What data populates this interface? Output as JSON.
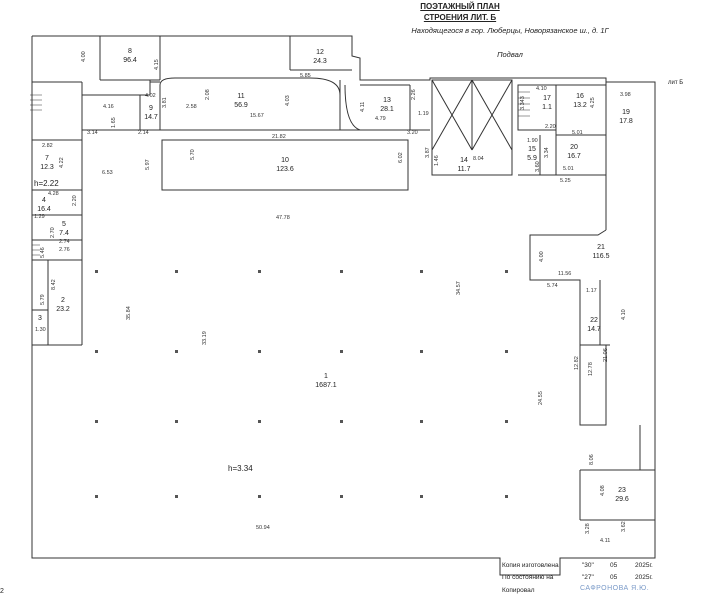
{
  "header": {
    "title": "ПОЭТАЖНЫЙ ПЛАН",
    "building": "СТРОЕНИЯ ЛИТ. Б",
    "address": "Находящегося в гор. Люберцы, Новорязанское ш., д. 1Г",
    "floor": "Подвал",
    "lit": "лит Б"
  },
  "rooms": [
    {
      "num": "1",
      "area": "1687.1"
    },
    {
      "num": "2",
      "area": "23.2"
    },
    {
      "num": "3",
      "area": ""
    },
    {
      "num": "4",
      "area": "16.4"
    },
    {
      "num": "5",
      "area": "7.4"
    },
    {
      "num": "7",
      "area": "12.3"
    },
    {
      "num": "8",
      "area": "96.4"
    },
    {
      "num": "9",
      "area": "14.7"
    },
    {
      "num": "10",
      "area": "123.6"
    },
    {
      "num": "11",
      "area": "56.9"
    },
    {
      "num": "12",
      "area": "24.3"
    },
    {
      "num": "13",
      "area": "28.1"
    },
    {
      "num": "14",
      "area": "11.7"
    },
    {
      "num": "15",
      "area": "5.9"
    },
    {
      "num": "16",
      "area": "13.2"
    },
    {
      "num": "17",
      "area": "1.1"
    },
    {
      "num": "19",
      "area": "17.8"
    },
    {
      "num": "20",
      "area": "16.7"
    },
    {
      "num": "21",
      "area": "116.5"
    },
    {
      "num": "22",
      "area": "14.7"
    },
    {
      "num": "23",
      "area": "29.6"
    }
  ],
  "heights": {
    "main": "h=3.34",
    "side": "h=2.22"
  },
  "dims": [
    "4.00",
    "4.15",
    "4.16",
    "5.85",
    "2.08",
    "3.81",
    "4.03",
    "15.67",
    "4.11",
    "4.79",
    "2.26",
    "1.19",
    "3.14",
    "1.65",
    "2.14",
    "21.82",
    "3.20",
    "5.97",
    "5.70",
    "6.02",
    "3.87",
    "1.46",
    "8.04",
    "2.82",
    "4.22",
    "6.53",
    "4.28",
    "2.20",
    "1.29",
    "2.70",
    "2.74",
    "2.76",
    "5.46",
    "5.79",
    "8.42",
    "1.30",
    "47.78",
    "35.84",
    "33.19",
    "34.57",
    "4.00",
    "11.56",
    "5.74",
    "1.17",
    "12.82",
    "12.78",
    "21.06",
    "24.55",
    "8.06",
    "4.08",
    "3.28",
    "4.11",
    "3.62",
    "50.94",
    "4.10",
    "3.98",
    "4.25",
    "5.01",
    "2.20",
    "3.343",
    "4.10",
    "1.90",
    "3.34",
    "3.60",
    "5.01",
    "5.25",
    "4.02",
    "2.58"
  ],
  "stamp": {
    "made_label": "Копия изготовлена",
    "made_day": "\"30\"",
    "made_month": "05",
    "made_year": "2025г.",
    "state_label": "По состоянию на",
    "state_day": "\"27\"",
    "state_month": "05",
    "state_year": "2025г.",
    "copied_label": "Копировал",
    "copied_by": "САФРОНОВА Я.Ю."
  },
  "page_marker": "2"
}
